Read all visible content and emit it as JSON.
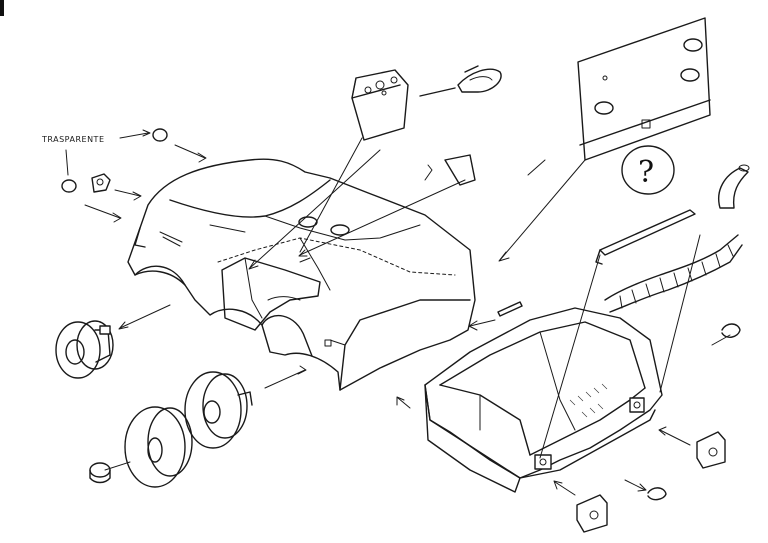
{
  "labels": {
    "transparent_note": "TRASPARENTE",
    "unknown_part_mark": "?"
  },
  "colors": {
    "ink": "#1a1a1a",
    "paper": "#ffffff"
  },
  "parts": [
    "car-body",
    "chassis-tray",
    "front-wheel",
    "rear-wheel-inner",
    "rear-wheel-outer",
    "hub-cap",
    "dashboard-panel",
    "tailgate-panel",
    "steering-lever",
    "steering-rod",
    "exhaust-pipe",
    "suspension-spring",
    "axle-pin",
    "mount-bracket",
    "headlight-lens",
    "headlight-socket"
  ]
}
